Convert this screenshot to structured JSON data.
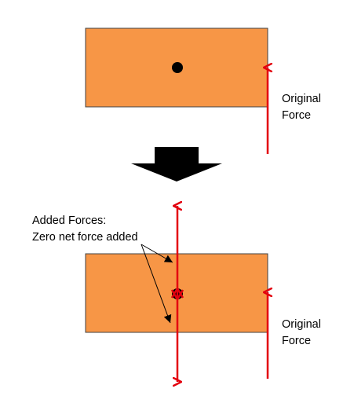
{
  "top_panel": {
    "force_label_line1": "Original",
    "force_label_line2": "Force"
  },
  "bottom_panel": {
    "added_label_line1": "Added Forces:",
    "added_label_line2": "Zero net force added",
    "force_label_line1": "Original",
    "force_label_line2": "Force"
  },
  "colors": {
    "block_fill": "#F79646",
    "block_stroke": "#333333",
    "force_arrow": "#E3000F",
    "center_dot": "#000000",
    "transform_arrow": "#000000"
  },
  "icons": {
    "transform": "down-arrow-icon",
    "center": "center-of-mass-dot-icon"
  }
}
